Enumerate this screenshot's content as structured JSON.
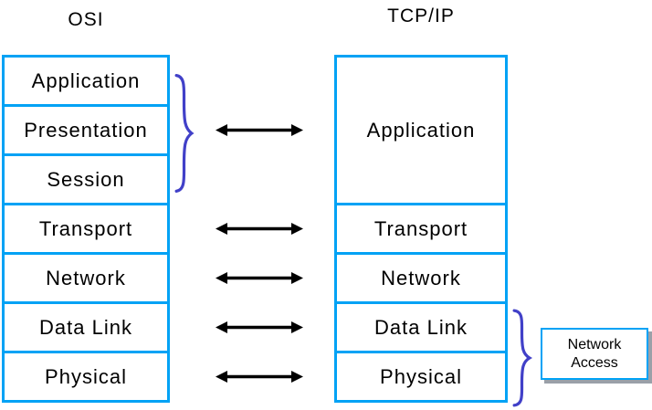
{
  "titles": {
    "osi": "OSI",
    "tcpip": "TCP/IP"
  },
  "osi": {
    "layers": [
      "Application",
      "Presentation",
      "Session",
      "Transport",
      "Network",
      "Data Link",
      "Physical"
    ]
  },
  "tcpip": {
    "layers": [
      "Application",
      "Transport",
      "Network",
      "Data Link",
      "Physical"
    ]
  },
  "annotations": {
    "network_access": {
      "line1": "Network",
      "line2": "Access"
    },
    "osi_top_group": [
      "Application",
      "Presentation",
      "Session"
    ],
    "tcpip_bottom_group": [
      "Data Link",
      "Physical"
    ]
  },
  "colors": {
    "box_border": "#00A2F5",
    "brace": "#4140C8",
    "arrow": "#000000",
    "callout_shadow": "#9AA0A8",
    "text": "#000000",
    "background": "#FFFFFF"
  }
}
